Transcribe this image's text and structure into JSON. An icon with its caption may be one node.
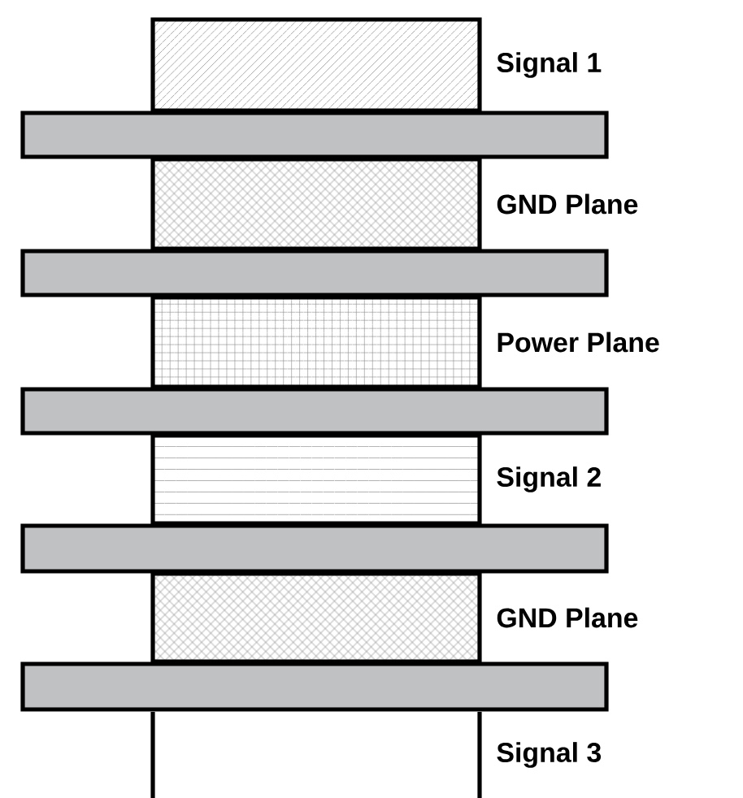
{
  "diagram": {
    "nodes": [
      {
        "text": [
          "Signal 1"
        ]
      },
      {
        "text": [],
        "shape": "bar"
      },
      {
        "text": [
          "GND Plane"
        ]
      },
      {
        "text": [],
        "shape": "bar"
      },
      {
        "text": [
          "Power Plane"
        ]
      },
      {
        "text": [],
        "shape": "bar"
      },
      {
        "text": [
          "Signal 2"
        ]
      },
      {
        "text": [],
        "shape": "bar"
      },
      {
        "text": [
          "GND Plane"
        ]
      },
      {
        "text": [],
        "shape": "bar"
      },
      {
        "text": [
          "Signal 3"
        ]
      }
    ]
  }
}
